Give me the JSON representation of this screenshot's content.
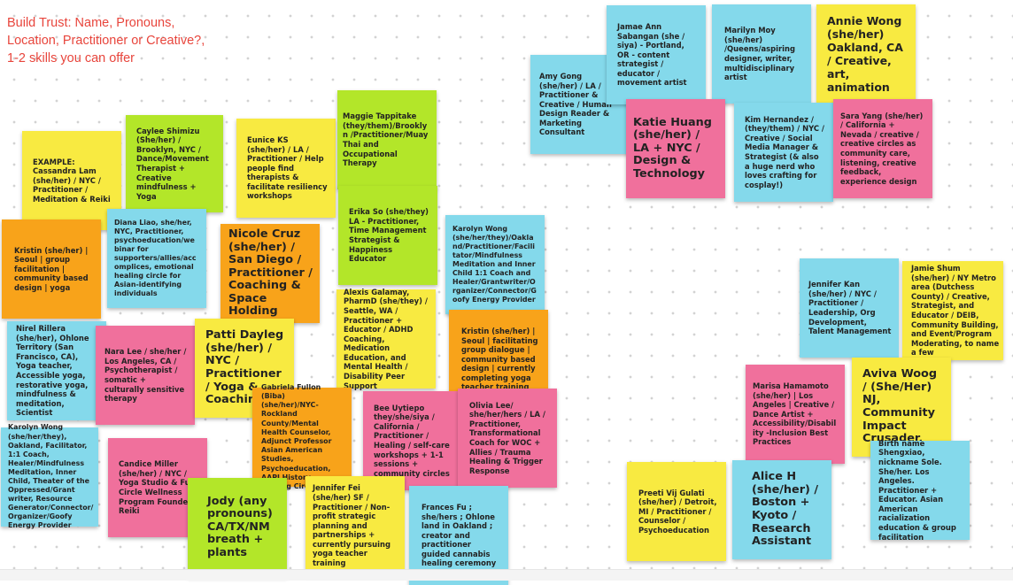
{
  "title": {
    "line1": "Build Trust: Name, Pronouns,",
    "line2": "Location, Practitioner or Creative?,",
    "line3": "1-2 skills you can offer"
  },
  "colors": {
    "title_text": "#e8453c",
    "sticky_yellow": "#f8ea41",
    "sticky_green": "#b3e629",
    "sticky_cyan": "#84d9eb",
    "sticky_pink": "#f0709c",
    "sticky_orange": "#f8a31a"
  },
  "notes": {
    "example": "EXAMPLE: Cassandra Lam (she/her) / NYC / Practitioner / Meditation & Reiki",
    "caylee": "Caylee Shimizu (She/her) / Brooklyn, NYC / Dance/Movement Therapist + Creative mindfulness + Yoga",
    "eunice": "Eunice KS (she/her) / LA / Practitioner / Help people find therapists & facilitate resiliency workshops",
    "maggie": "Maggie Tappitake (they/them)/Brooklyn /Practitioner/Muay Thai and Occupational Therapy",
    "erika": "Erika So (she/they) LA - Practitioner, Time Management Strategist & Happiness Educator",
    "kristin1": "Kristin (she/her) | Seoul | group facilitation | community based design | yoga",
    "diana": "Diana Liao, she/her, NYC, Practitioner, psychoeducation/webinar for supporters/allies/accomplices, emotional healing circle for Asian-identifying individuals",
    "nicole": "Nicole Cruz (she/her) / San Diego / Practitioner / Coaching & Space Holding",
    "karolyn1": "Karolyn Wong (she/her/they)/Oakland/Practitioner/Facilitator/Mindfulness Meditation and Inner Child 1:1 Coach and Healer/Grantwriter/Organizer/Connector/Goofy Energy Provider",
    "amy": "Amy Gong (she/her) / LA / Practitioner & Creative / Human Design Reader & Marketing Consultant",
    "jamae": "Jamae Ann Sabangan (she / siya) - Portland, OR - content strategist / educator / movement artist",
    "marilyn": "Marilyn Moy (she/her) /Queens/aspiring designer, writer, multidisciplinary artist",
    "annie": "Annie Wong (she/her) Oakland, CA / Creative, art, animation",
    "katie": "Katie Huang (she/her) / LA + NYC / Design & Technology",
    "kim": "Kim Hernandez / (they/them) / NYC / Creative / Social Media Manager & Strategist (& also a huge nerd who loves crafting for cosplay!)",
    "sara": "Sara Yang (she/her) / California + Nevada / creative / creative circles as community care, listening, creative feedback, experience design",
    "nirel": "Nirel Rillera (she/her), Ohlone Territory (San Francisco, CA), Yoga teacher, Accessible yoga, restorative yoga, mindfulness & meditation, Scientist",
    "nara": "Nara Lee / she/her / Los Angeles, CA / Psychotherapist / somatic + culturally sensitive therapy",
    "patti": "Patti Dayleg (she/her) / NYC / Practitioner / Yoga & Coaching",
    "alexis": "Alexis Galamay, PharmD (she/they) / Seattle, WA / Practitioner + Educator / ADHD Coaching, Medication Education, and Mental Health / Disability Peer Support",
    "kristin2": "Kristin (she/her) | Seoul | facilitating group dialogue | community based design | currently completing yoga teacher training",
    "jennifer_kan": "Jennifer Kan (she/her) / NYC / Practitioner / Leadership, Org Development, Talent Management",
    "jamie": "Jamie Shum (she/her) / NY Metro area (Dutchess County) / Creative, Strategist, and Educator / DEIB, Community Building, and Event/Program Moderating, to name a few",
    "karolyn2": "Karolyn Wong (she/her/they), Oakland, Facilitator, 1:1 Coach, Healer/Mindfulness Meditation, Inner Child, Theater of the Oppressed/Grant writer, Resource Generator/Connector/Organizer/Goofy Energy Provider",
    "gabriela": "Gabriela Fullon (Biba) (she/her)/NYC-Rockland County/Mental Health Counselor, Adjunct Professor Asian American Studies, Psychoeducation, AAPI History, Healing Circles",
    "bee": "Bee Uytiepo they/she/siya / California / Practitioner / Healing / self-care workshops + 1-1 sessions + community circles",
    "olivia": "Olivia Lee/ she/her/hers / LA / Practitioner, Transformational Coach for WOC + Allies / Trauma Healing & Trigger Response",
    "marisa": "Marisa Hamamoto (she/her) | Los Angeles | Creative / Dance Artist + Accessibility/Disability -Inclusion Best Practices",
    "aviva": "Aviva Woog / (She/Her) NJ, Community Impact Crusader,",
    "candice": "Candice Miller (she/her) / NYC / Yoga Studio & Full Circle Wellness Program Founder, Reiki",
    "jody": "Jody (any pronouns) CA/TX/NM breath + plants",
    "jennifer_fei": "Jennifer Fei (she/her) SF / Practitioner / Non-profit strategic planning and partnerships + currently pursuing yoga teacher training",
    "frances": "Frances Fu ; she/hers ; Ohlone land in Oakland ; creator and practitioner guided cannabis healing ceremony",
    "preeti": "Preeti Vij Gulati (she/her) / Detroit, MI / Practitioner / Counselor / Psychoeducation",
    "alice": "Alice H (she/her) / Boston + Kyoto / Research Assistant",
    "birth": "Birth name Shengxiao, nickname Sole. She/her. Los Angeles. Practitioner + Educator. Asian American racialization education & group facilitation"
  }
}
